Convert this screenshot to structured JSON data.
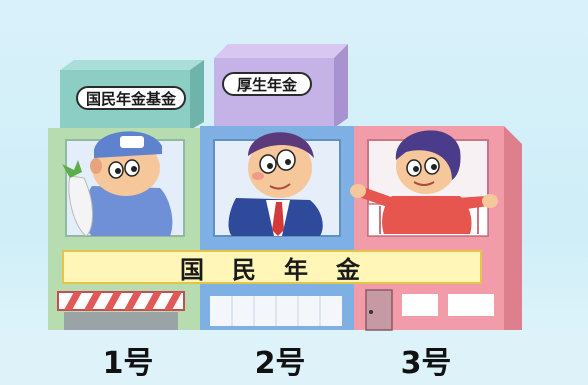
{
  "labels": {
    "kokumin_kikin": "国民年金基金",
    "kousei": "厚生年金",
    "kokumin": "国民年金"
  },
  "categories": [
    "1号",
    "2号",
    "3号"
  ],
  "colors": {
    "background": "#d6f0f9",
    "green_building": "#b7dcb0",
    "teal_roof": "#8ccdc4",
    "blue_building": "#7fb0e3",
    "purple_roof": "#c5b2e6",
    "pink_building": "#f19ca8",
    "banner": "#fff6b8"
  }
}
